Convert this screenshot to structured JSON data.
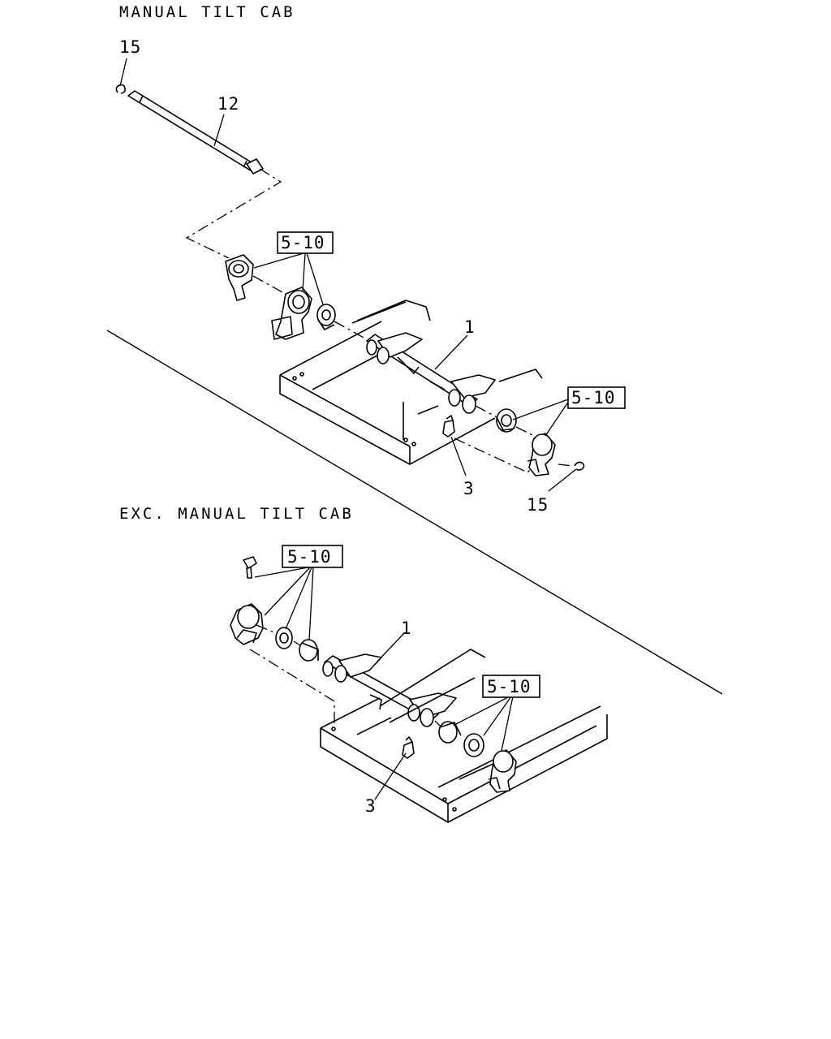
{
  "sections": [
    {
      "id": "manual",
      "title": "MANUAL TILT CAB"
    },
    {
      "id": "exc",
      "title": "EXC. MANUAL TILT CAB"
    }
  ],
  "callouts": {
    "manual": {
      "c15_top": "15",
      "c12": "12",
      "c510_left": "5-10",
      "c1": "1",
      "c510_right": "5-10",
      "c3": "3",
      "c15_bottom": "15"
    },
    "exc": {
      "c510_left": "5-10",
      "c1": "1",
      "c510_right": "5-10",
      "c3": "3"
    }
  }
}
